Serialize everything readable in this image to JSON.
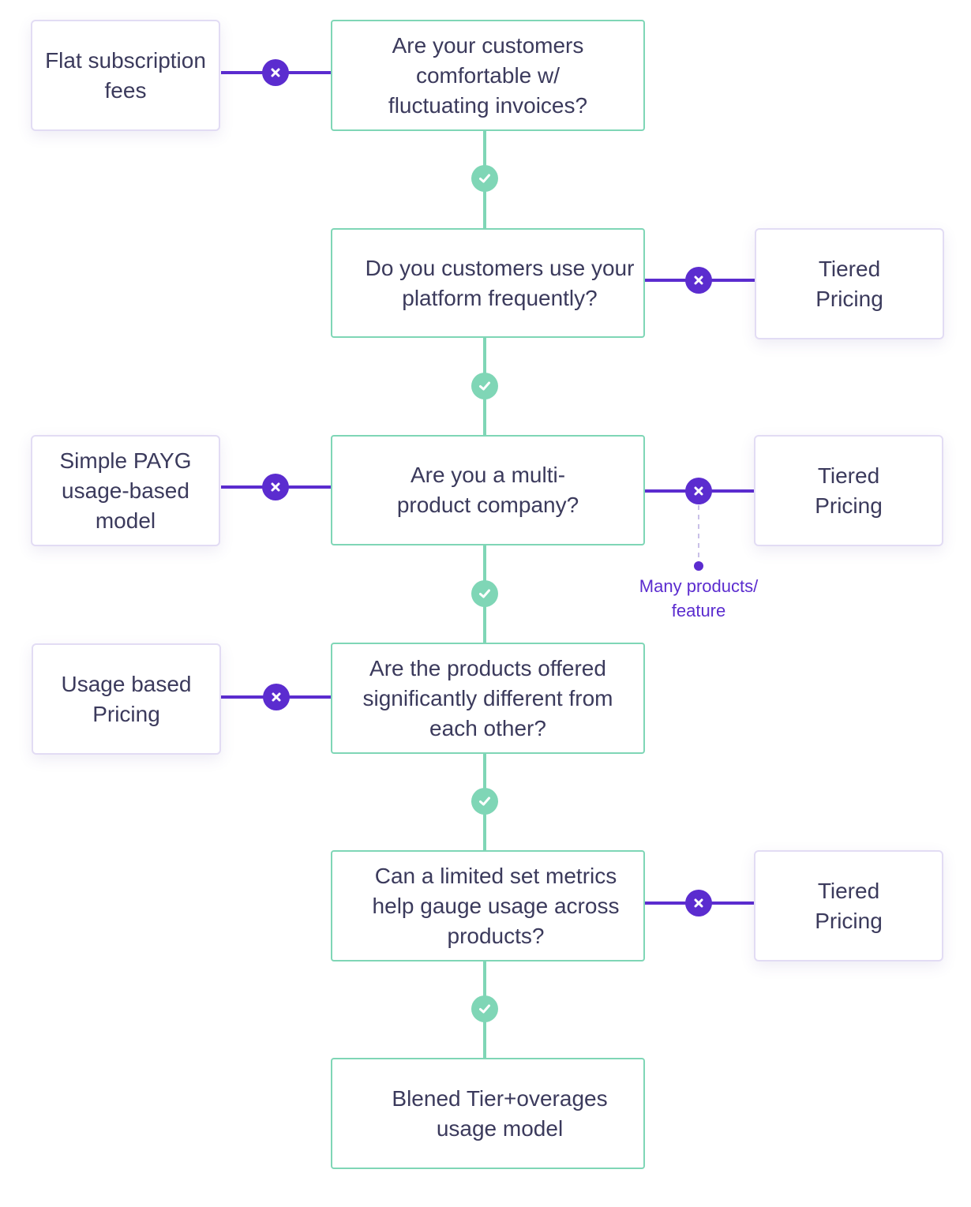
{
  "colors": {
    "yes_connector": "#7fd6b6",
    "no_connector": "#5b2ccf",
    "text": "#3b3a5c",
    "note_text": "#5b2ccf",
    "outcome_border": "#e2dcf4"
  },
  "questions": [
    {
      "id": "q1",
      "text": "Are your customers comfortable w/ fluctuating invoices?"
    },
    {
      "id": "q2",
      "text": "Do you customers use your platform frequently?"
    },
    {
      "id": "q3",
      "text": "Are you a multi-product company?"
    },
    {
      "id": "q4",
      "text": "Are the products offered significantly different from each other?"
    },
    {
      "id": "q5",
      "text": "Can a limited set metrics help gauge usage across products?"
    }
  ],
  "outcomes": {
    "flat_subscription": "Flat subscription fees",
    "tiered_pricing_1": "Tiered Pricing",
    "simple_payg": "Simple PAYG usage-based model",
    "tiered_pricing_2": "Tiered Pricing",
    "usage_based": "Usage based Pricing",
    "tiered_pricing_3": "Tiered Pricing",
    "blended_final": "Blened Tier+overages usage model"
  },
  "annotations": {
    "many_products": "Many products/ feature"
  },
  "icons": {
    "yes": "check-icon",
    "no": "x-icon"
  }
}
